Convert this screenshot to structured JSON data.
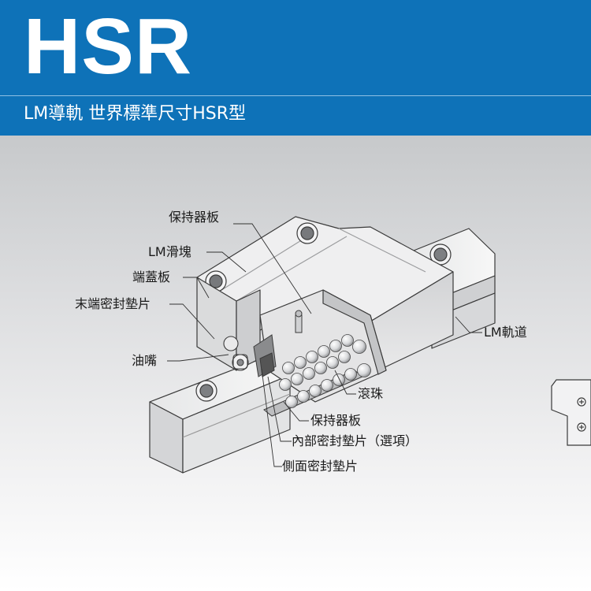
{
  "header": {
    "title": "HSR",
    "subtitle": "LM導軌 世界標準尺寸HSR型"
  },
  "callouts": {
    "retainer_plate_top": "保持器板",
    "lm_block": "LM滑塊",
    "end_plate": "端蓋板",
    "end_seal": "末端密封墊片",
    "grease_nipple": "油嘴",
    "lm_rail": "LM軌道",
    "balls": "滾珠",
    "retainer_plate_bottom": "保持器板",
    "inner_seal": "內部密封墊片（選項）",
    "side_seal": "側面密封墊片"
  },
  "colors": {
    "header_bg": "#0e72b8",
    "header_text": "#ffffff"
  }
}
